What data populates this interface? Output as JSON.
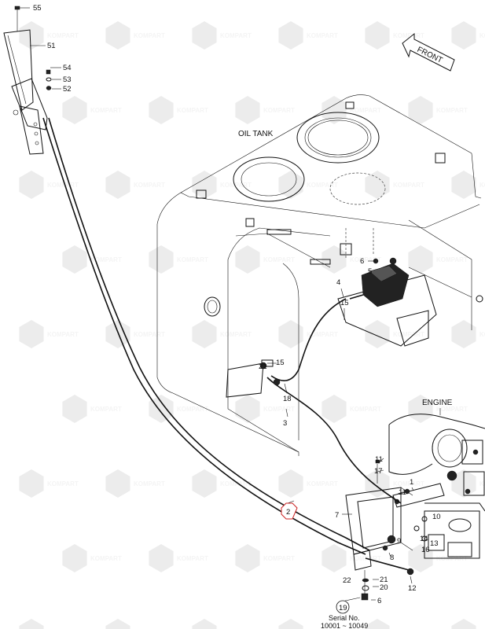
{
  "watermark": {
    "text": "KOMPART"
  },
  "titles": {
    "oil_tank": "OIL TANK",
    "engine": "ENGINE",
    "front": "FRONT"
  },
  "callouts": {
    "c55": "55",
    "c51": "51",
    "c54": "54",
    "c53": "53",
    "c52": "52",
    "c6a": "6",
    "c5": "5",
    "c4": "4",
    "c15a": "15",
    "c15b": "15",
    "c21a": "21",
    "c18": "18",
    "c3": "3",
    "c2": "2",
    "c11a": "11",
    "c17": "17",
    "c11b": "11",
    "c1": "1",
    "c10": "10",
    "c7": "7",
    "c14": "14",
    "c13": "13",
    "c16": "16",
    "c9": "9",
    "c8": "8",
    "c22": "22",
    "c21b": "21",
    "c20": "20",
    "c12": "12",
    "c6b": "6",
    "c19": "19"
  },
  "serial": {
    "line1": "Serial No.",
    "line2": "10001 ~ 10049"
  }
}
